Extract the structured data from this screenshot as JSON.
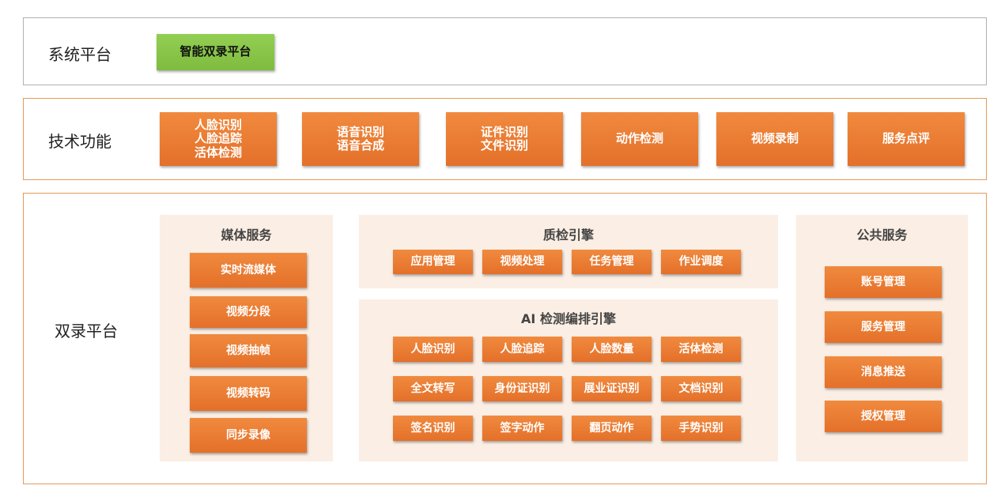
{
  "system_row": {
    "label": "系统平台",
    "platform_button": "智能双录平台"
  },
  "tech_row": {
    "label": "技术功能",
    "buttons": [
      "人脸识别\n人脸追踪\n活体检测",
      "语音识别\n语音合成",
      "证件识别\n文件识别",
      "动作检测",
      "视频录制",
      "服务点评"
    ]
  },
  "dual_row": {
    "label": "双录平台",
    "media": {
      "title": "媒体服务",
      "items": [
        "实时流媒体",
        "视频分段",
        "视频抽帧",
        "视频转码",
        "同步录像"
      ]
    },
    "quality": {
      "title": "质检引擎",
      "items": [
        "应用管理",
        "视频处理",
        "任务管理",
        "作业调度"
      ]
    },
    "ai": {
      "title": "AI 检测编排引擎",
      "items": [
        "人脸识别",
        "人脸追踪",
        "人脸数量",
        "活体检测",
        "全文转写",
        "身份证识别",
        "展业证识别",
        "文档识别",
        "签名识别",
        "签字动作",
        "翻页动作",
        "手势识别"
      ]
    },
    "public": {
      "title": "公共服务",
      "items": [
        "账号管理",
        "服务管理",
        "消息推送",
        "授权管理"
      ]
    }
  },
  "colors": {
    "orange_button": "#e97b33",
    "green_button": "#8bc34a",
    "panel_bg": "#fbeee4",
    "frame_gray": "#b0b0b0",
    "frame_orange": "#e59a5a"
  }
}
